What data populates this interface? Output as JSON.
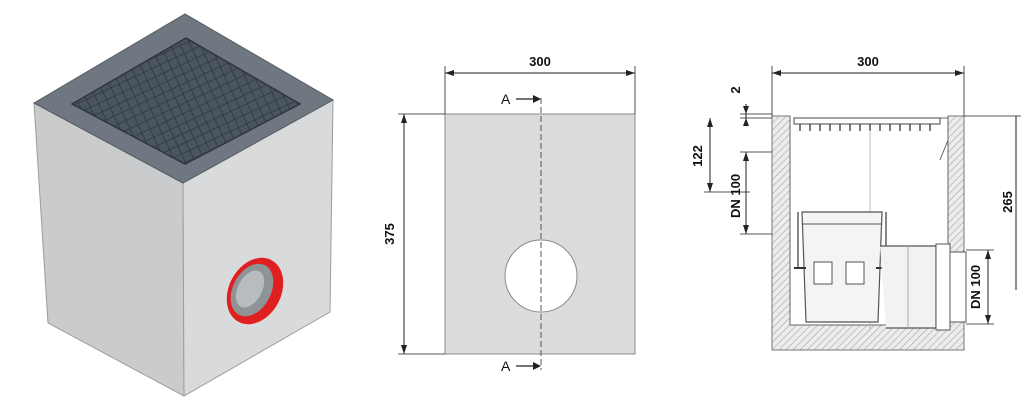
{
  "colors": {
    "body_fill": "#dcdcdc",
    "grate": "#4a5560",
    "rim": "#6f7880",
    "outlet_ring": "#e02020",
    "dimension_line": "#222222"
  },
  "iso_view": {
    "parts": [
      "grate-icon",
      "outlet-ring-icon"
    ]
  },
  "front_view": {
    "width_label": "300",
    "height_label": "375",
    "section_top": "A",
    "section_bottom": "A"
  },
  "section_view": {
    "width_label": "300",
    "rim_label": "2",
    "depth_label": "122",
    "inlet_label": "DN 100",
    "outlet_label": "DN 100",
    "total_label": "265"
  }
}
